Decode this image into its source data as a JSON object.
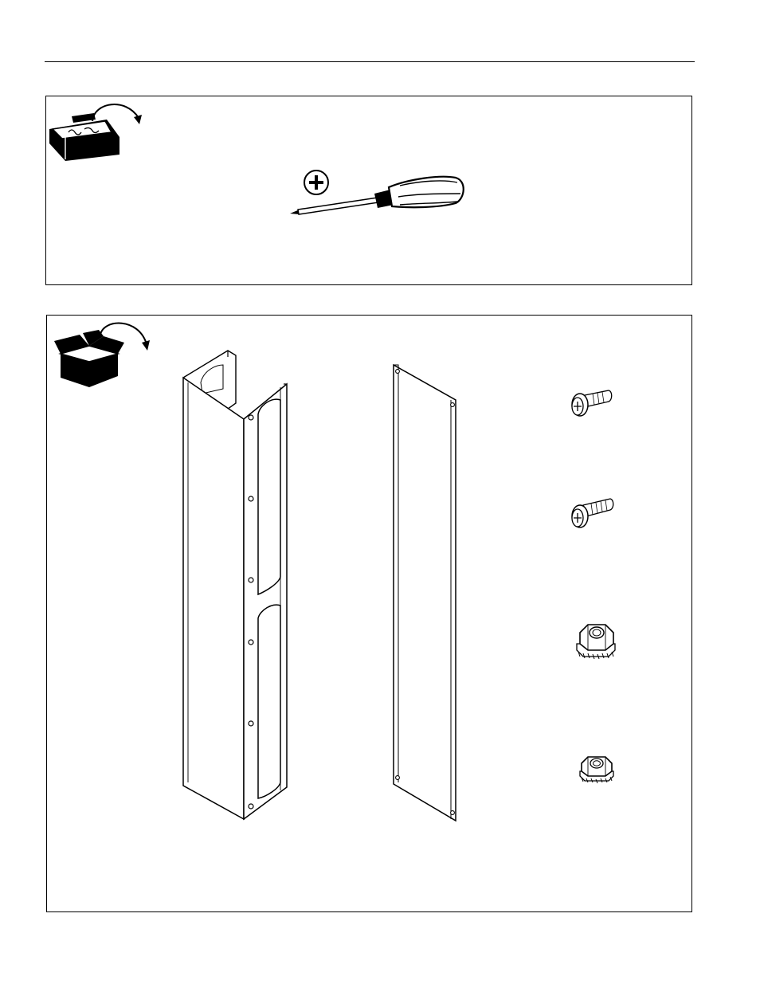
{
  "document": {
    "type": "assembly-instructions-page",
    "sections": [
      {
        "id": "tools",
        "icon": "toolbox-icon",
        "items": [
          {
            "icon": "phillips-screwdriver-icon"
          }
        ]
      },
      {
        "id": "parts",
        "icon": "open-box-icon",
        "items": [
          {
            "icon": "u-channel-cover-icon"
          },
          {
            "icon": "flat-cover-panel-icon"
          },
          {
            "icon": "short-screw-icon"
          },
          {
            "icon": "long-screw-icon"
          },
          {
            "icon": "kep-nut-large-icon"
          },
          {
            "icon": "kep-nut-small-icon"
          }
        ]
      }
    ]
  }
}
